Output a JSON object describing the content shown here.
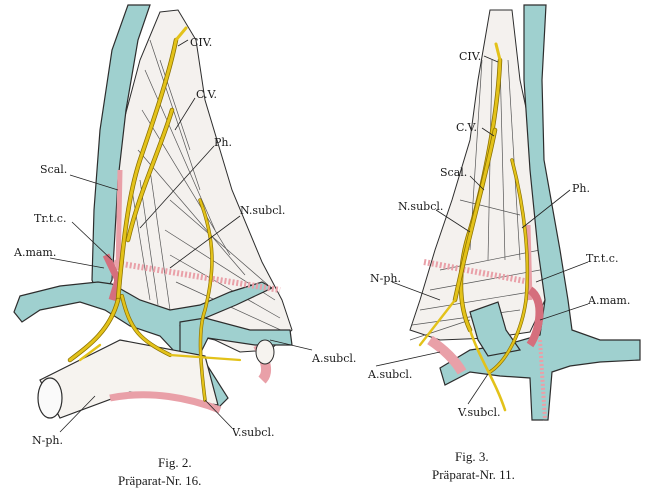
{
  "colors": {
    "vein": "#9fd0cf",
    "vein_outline": "#2d2d2d",
    "nerve": "#e3c21a",
    "nerve_edge": "#8a7000",
    "artery": "#e9a0a8",
    "muscle": "#f4f1ee"
  },
  "figures": [
    {
      "labels": {
        "civ": "CIV.",
        "cv": "C.V.",
        "ph": "Ph.",
        "scal": "Scal.",
        "trtc": "Tr.t.c.",
        "amam": "A.mam.",
        "nsubcl": "N.subcl.",
        "asubcl": "A.subcl.",
        "vsubcl": "V.subcl.",
        "nph": "N-ph."
      },
      "caption_fig": "Fig. 2.",
      "caption_prep": "Präparat-Nr. 16."
    },
    {
      "labels": {
        "civ": "CIV.",
        "cv": "C.V.",
        "scal": "Scal.",
        "nsubcl": "N.subcl.",
        "ph": "Ph.",
        "trtc": "Tr.t.c.",
        "nph": "N-ph.",
        "amam": "A.mam.",
        "asubcl": "A.subcl.",
        "vsubcl": "V.subcl."
      },
      "caption_fig": "Fig. 3.",
      "caption_prep": "Präparat-Nr. 11."
    }
  ]
}
